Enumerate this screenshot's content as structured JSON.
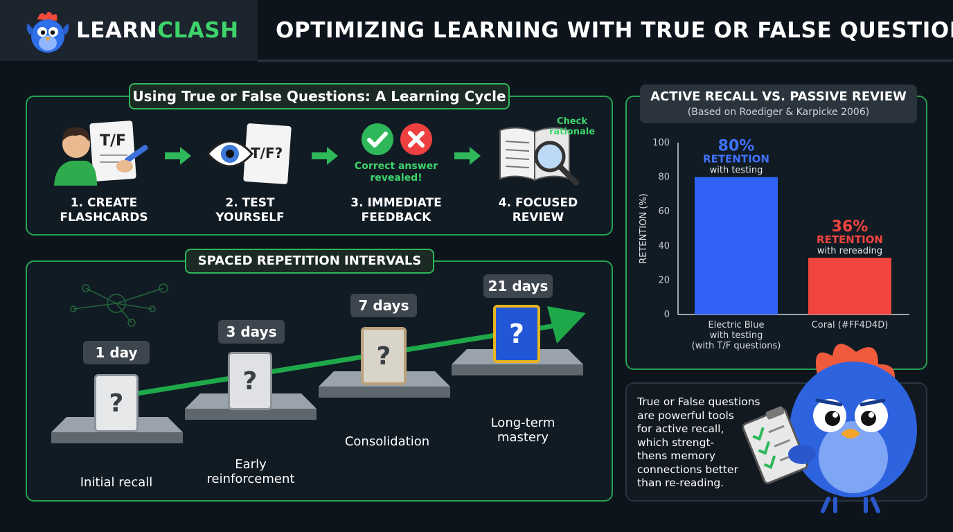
{
  "header": {
    "brand_part1": "LEARN",
    "brand_part2": "CLASH",
    "title": "OPTIMIZING LEARNING WITH TRUE OR FALSE QUESTIONS"
  },
  "cycle": {
    "title": "Using True or False Questions: A Learning Cycle",
    "steps": [
      {
        "num": "1. CREATE",
        "sub": "FLASHCARDS",
        "card_text": "T/F"
      },
      {
        "num": "2. TEST",
        "sub": "YOURSELF",
        "card_text": "T/F?"
      },
      {
        "num": "3. IMMEDIATE",
        "sub": "FEEDBACK",
        "caption_line1": "Correct answer",
        "caption_line2": "revealed!"
      },
      {
        "num": "4. FOCUSED",
        "sub": "REVIEW",
        "caption_line1": "Check",
        "caption_line2": "rationale"
      }
    ]
  },
  "spaced": {
    "title": "SPACED REPETITION INTERVALS",
    "card_symbol": "?",
    "intervals": [
      {
        "days": "1 day",
        "label_line1": "Initial recall",
        "label_line2": ""
      },
      {
        "days": "3 days",
        "label_line1": "Early",
        "label_line2": "reinforcement"
      },
      {
        "days": "7 days",
        "label_line1": "Consolidation",
        "label_line2": ""
      },
      {
        "days": "21 days",
        "label_line1": "Long-term",
        "label_line2": "mastery"
      }
    ]
  },
  "chart_data": {
    "type": "bar",
    "title": "ACTIVE RECALL VS. PASSIVE REVIEW",
    "subtitle": "(Based on Roediger & Karpicke 2006)",
    "ylabel": "RETENTION (%)",
    "ylim": [
      0,
      100
    ],
    "yticks": [
      0,
      20,
      40,
      60,
      80,
      100
    ],
    "grid": false,
    "categories": [
      [
        "Electric Blue",
        "with testing",
        "(with T/F questions)"
      ],
      [
        "Coral (#FF4D4D)"
      ]
    ],
    "values": [
      80,
      33
    ],
    "colors": [
      "#2f62f5",
      "#f2453f"
    ],
    "annotations": [
      {
        "value_text": "80%",
        "word": "RETENTION",
        "detail": "with testing",
        "color": "#3f72ff"
      },
      {
        "value_text": "36%",
        "word": "RETENTION",
        "detail": "with rereading",
        "color": "#f2453f"
      }
    ]
  },
  "note": {
    "lines": [
      "True or False questions",
      "are powerful tools",
      "for active recall,",
      "which strengt-",
      "thens memory",
      "connections better",
      "than re-reading."
    ]
  },
  "colors": {
    "accent_green": "#2fb85a",
    "background": "#0d141c",
    "blue": "#2f62f5",
    "coral": "#f2453f"
  }
}
